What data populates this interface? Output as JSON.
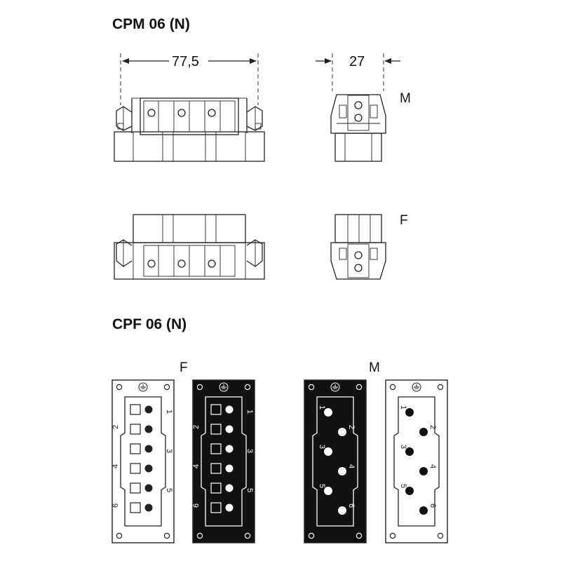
{
  "section_top": {
    "title": "CPM 06 (N)"
  },
  "section_bottom": {
    "title": "CPF 06 (N)"
  },
  "dimensions": {
    "length": "77,5",
    "width": "27"
  },
  "side_labels": {
    "male": "M",
    "female": "F"
  },
  "face_labels": {
    "female": "F",
    "male": "M"
  },
  "pin_numbers": [
    "1",
    "2",
    "3",
    "4",
    "5",
    "6"
  ],
  "colors": {
    "line": "#222222",
    "black_face": "#111111",
    "background": "#ffffff"
  },
  "icons": [
    "ground-symbol-icon",
    "pin-contact-icon",
    "socket-contact-icon",
    "mounting-hole-icon"
  ]
}
